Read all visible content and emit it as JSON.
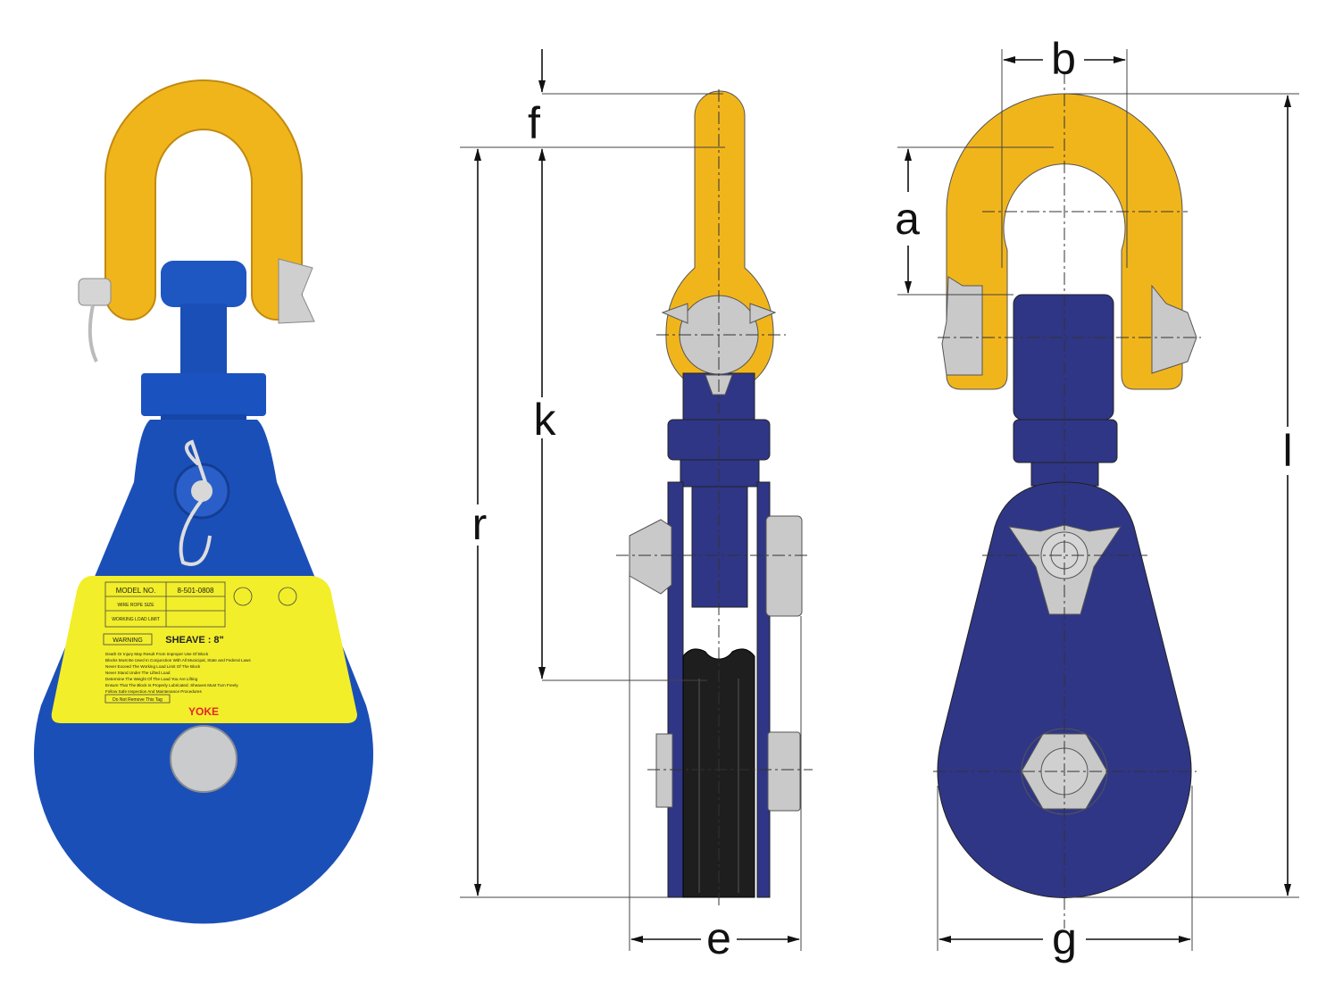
{
  "colors": {
    "photo_blue": "#1b4fb8",
    "drawing_blue": "#2f3686",
    "shackle_yellow": "#f1b51c",
    "steel_gray": "#c9c9c9",
    "sheave_black": "#1e1e1e",
    "label_yellow": "#f2ee2a",
    "brand_red": "#e3262b"
  },
  "dimensions": {
    "f": "f",
    "k": "k",
    "r": "r",
    "e": "e",
    "b": "b",
    "a": "a",
    "l": "l",
    "g": "g"
  },
  "tag": {
    "model_label": "MODEL NO.",
    "model_value": "8-501-0808",
    "wire_rope_label": "WIRE ROPE SIZE",
    "wll_label": "WORKING LOAD LIMIT",
    "warning": "WARNING",
    "sheave": "SHEAVE : 8\"",
    "bullets": [
      "Death Or Injury May Result From Improper Use Of Block",
      "Blocks Must Be Used In Conjunction With All Municipal, State and Federal Laws",
      "Never Exceed The Working Load Limit Of The Block",
      "Never Stand Under The Lifted Load",
      "Determine The Weight Of The Load You Are Lifting",
      "Ensure That The Block Is Properly Lubricated. Sheaves Must Turn Freely",
      "Follow Safe Inspection And Maintenance Procedures"
    ],
    "do_not_remove": "Do Not Remove This Tag",
    "brand": "YOKE"
  }
}
